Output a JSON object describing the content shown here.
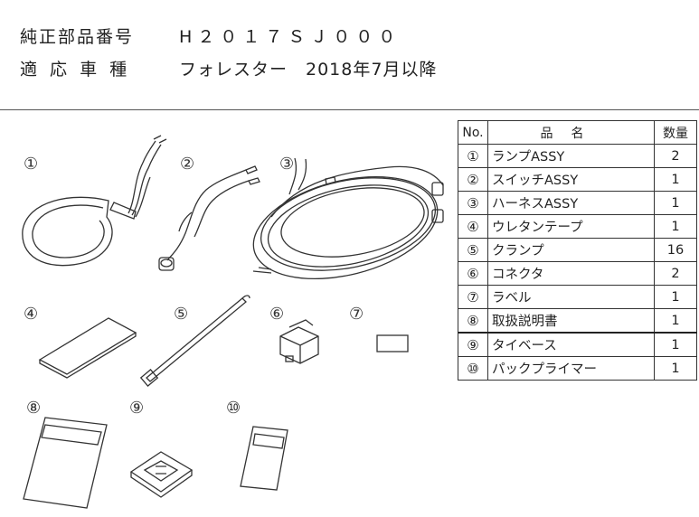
{
  "header": {
    "part_number_label": "純正部品番号",
    "part_number": "H２０１７ＳＪ０００",
    "vehicle_label": "適 応 車 種",
    "vehicle": "フォレスター　2018年7月以降"
  },
  "illustration_numbers": [
    "①",
    "②",
    "③",
    "④",
    "⑤",
    "⑥",
    "⑦",
    "⑧",
    "⑨",
    "⑩"
  ],
  "parts_table": {
    "headers": {
      "no": "No.",
      "name": "品名",
      "qty": "数量"
    },
    "rows": [
      {
        "no": "①",
        "name": "ランプASSY",
        "qty": "2"
      },
      {
        "no": "②",
        "name": "スイッチASSY",
        "qty": "1"
      },
      {
        "no": "③",
        "name": "ハーネスASSY",
        "qty": "1"
      },
      {
        "no": "④",
        "name": "ウレタンテープ",
        "qty": "1"
      },
      {
        "no": "⑤",
        "name": "クランプ",
        "qty": "16"
      },
      {
        "no": "⑥",
        "name": "コネクタ",
        "qty": "2"
      },
      {
        "no": "⑦",
        "name": "ラベル",
        "qty": "1"
      },
      {
        "no": "⑧",
        "name": "取扱説明書",
        "qty": "1"
      },
      {
        "no": "⑨",
        "name": "タイベース",
        "qty": "1"
      },
      {
        "no": "⑩",
        "name": "パックプライマー",
        "qty": "1"
      }
    ]
  }
}
